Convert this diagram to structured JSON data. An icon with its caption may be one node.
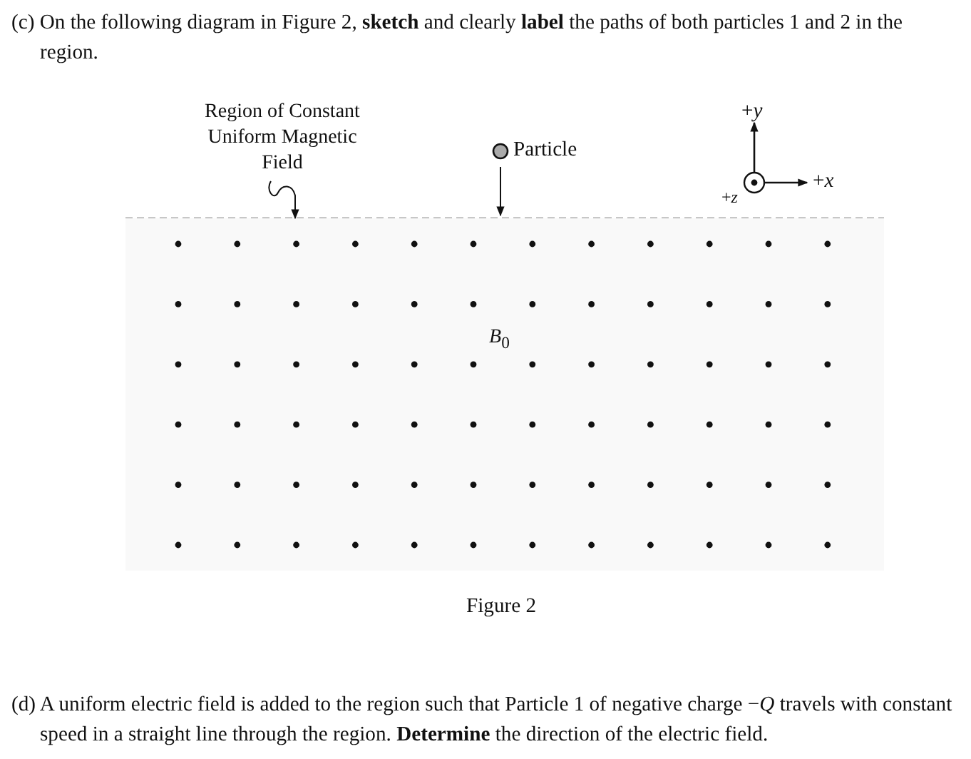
{
  "diagram": {
    "nodes": [
      {
        "text": [
          "Region of Constant Uniform Magnetic Field"
        ]
      },
      {
        "text": [
          "*B*$_{0}$"
        ]
      },
      {
        "text": [],
        "shape": "circle",
        "beside": [
          "Particle"
        ]
      }
    ],
    "edges": [
      {
        "from": 0,
        "to": 1,
        "arrow": "to"
      },
      {
        "from": 2,
        "to": 1,
        "arrow": "to"
      }
    ],
    "labels": [
      "(c) On the following diagram in Figure 2, **sketch** and clearly **label** the paths of both particles 1 and 2 in the region.",
      "+*y*",
      "+*x*",
      "+*z*",
      "Figure 2",
      "(d) A uniform electric field is added to the region such that Particle 1 of negative charge −*Q* travels with constant speed in a straight line through the region. **Determine** the direction of the electric field."
    ]
  }
}
